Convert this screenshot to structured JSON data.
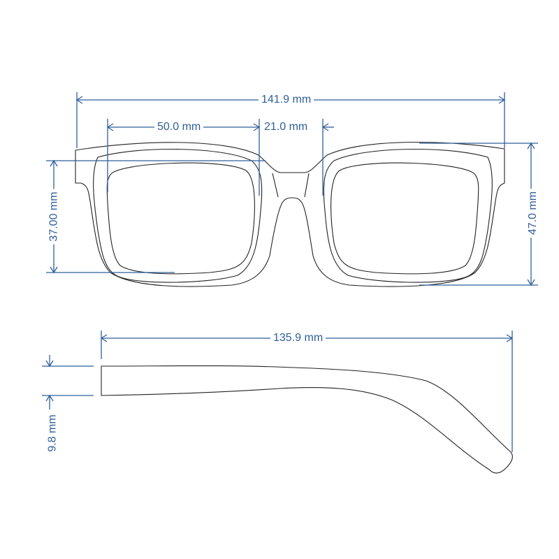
{
  "diagram": {
    "subject": "eyeglasses frame dimensions",
    "colors": {
      "dimension": "#2f5f9a",
      "outline": "#222222",
      "background": "#ffffff"
    },
    "front_view": {
      "total_width": "141.9 mm",
      "lens_width": "50.0 mm",
      "bridge_width": "21.0 mm",
      "lens_height": "37.00 mm",
      "frame_height": "47.0 mm"
    },
    "side_view": {
      "temple_length": "135.9 mm",
      "temple_thickness": "9.8 mm"
    }
  }
}
